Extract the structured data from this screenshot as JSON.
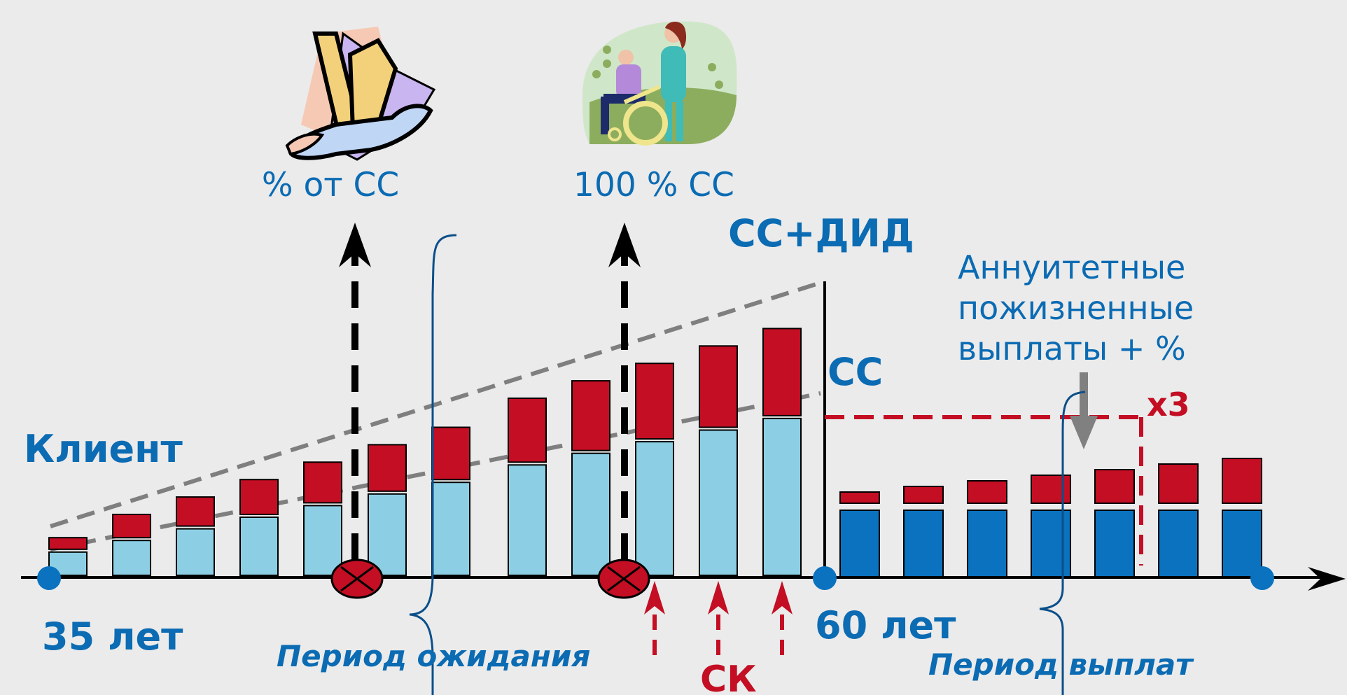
{
  "labels": {
    "client": "Клиент",
    "age_start": "35 лет",
    "age_end": "60 лет",
    "partial_benefit": "% от СС",
    "full_benefit": "100 % СС",
    "sum_plus_income": "СС+ДИД",
    "sum_insured": "СС",
    "annuity_line1": "Аннуитетные",
    "annuity_line2": "пожизненные",
    "annuity_line3": "выплаты + %",
    "multiplier": "х3",
    "waiting_period": "Период  ожидания",
    "sk": "СК",
    "payout_period": "Период выплат"
  },
  "icons": {
    "injury": "broken-arm-cast-icon",
    "disability": "wheelchair-caregiver-icon",
    "event_marker": "event-cross-icon"
  },
  "colors": {
    "background": "#ebebeb",
    "savings": "#8ccfe4",
    "income": "#c30e23",
    "payout_base": "#0a72bf",
    "label_blue": "#0b6bb3",
    "axis": "#000000",
    "trend": "#7f7f7f"
  },
  "chart_data": {
    "type": "bar",
    "accumulation": {
      "savings": [
        4,
        6,
        8,
        10,
        12,
        14,
        16,
        19,
        21,
        23,
        25,
        27
      ],
      "income": [
        2,
        4,
        5,
        6,
        7,
        8,
        9,
        11,
        12,
        13,
        14,
        15
      ]
    },
    "payout": {
      "base": [
        12,
        12,
        12,
        12,
        12,
        12,
        12
      ],
      "income": [
        2,
        3,
        4,
        5,
        6,
        7,
        8
      ]
    },
    "events_after_bar": [
      5,
      9
    ],
    "sk_arrows_under_bars": [
      10,
      11,
      12
    ]
  }
}
